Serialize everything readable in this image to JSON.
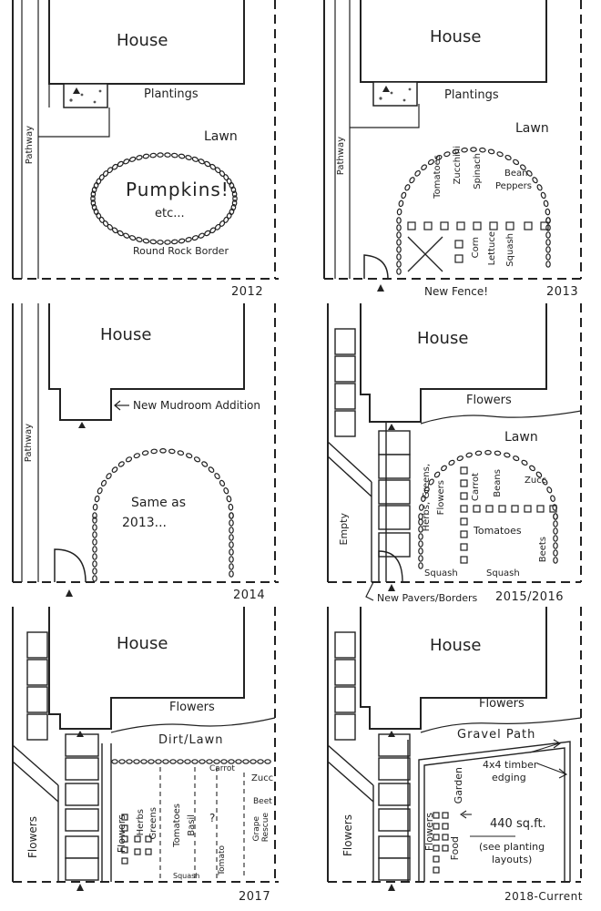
{
  "panels": [
    {
      "year": "2012",
      "labels": {
        "house": "House",
        "plantings": "Plantings",
        "lawn": "Lawn",
        "pathway": "Pathway",
        "center1": "Pumpkins!",
        "center2": "etc...",
        "border": "Round Rock Border"
      }
    },
    {
      "year": "2013",
      "labels": {
        "house": "House",
        "plantings": "Plantings",
        "lawn": "Lawn",
        "pathway": "Pathway",
        "crops": [
          "Tomatoes",
          "Zucchini",
          "Spinach",
          "Bean",
          "Peppers",
          "Corn",
          "Lettuce",
          "Squash"
        ],
        "fence": "New Fence!"
      }
    },
    {
      "year": "2014",
      "labels": {
        "house": "House",
        "mudroom": "New Mudroom Addition",
        "pathway": "Pathway",
        "same1": "Same as",
        "same2": "2013..."
      }
    },
    {
      "year": "2015/2016",
      "labels": {
        "house": "House",
        "flowers": "Flowers",
        "lawn": "Lawn",
        "empty": "Empty",
        "pavers": "New Pavers/Borders",
        "crops": [
          "Herbs, Greens,",
          "Flowers",
          "Carrot",
          "Beans",
          "Zucc",
          "Tomatoes",
          "Beets",
          "Squash",
          "Squash"
        ]
      }
    },
    {
      "year": "2017",
      "labels": {
        "house": "House",
        "flowers_top": "Flowers",
        "dirt_lawn": "Dirt/Lawn",
        "flowers_side": "Flowers",
        "crops": [
          "Flowers",
          "Herbs",
          "Greens",
          "Tomatoes",
          "Basil",
          "?",
          "Carrot",
          "Zucc",
          "Beet",
          "Grape",
          "Rescue",
          "Tomato",
          "Squash"
        ]
      }
    },
    {
      "year": "2018-Current",
      "labels": {
        "house": "House",
        "flowers_top": "Flowers",
        "gravel": "Gravel Path",
        "flowers_side": "Flowers",
        "timber1": "4x4 timber",
        "timber2": "edging",
        "flowers_bed": "Flowers",
        "food": "Food",
        "garden": "Garden",
        "area": "440 sq.ft.",
        "see1": "(see planting",
        "see2": "layouts)"
      }
    }
  ]
}
